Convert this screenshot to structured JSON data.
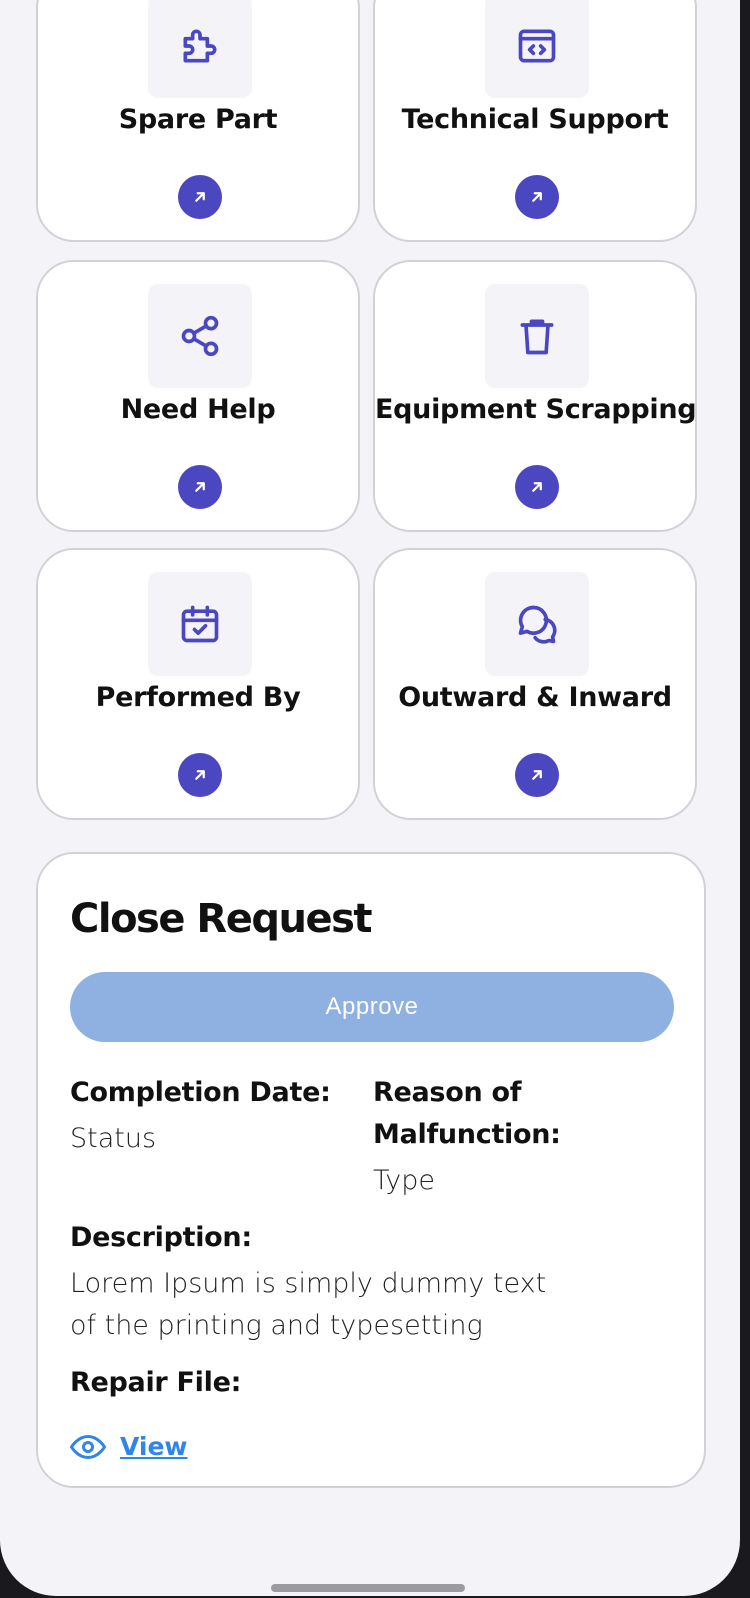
{
  "tiles": [
    {
      "label": "Spare Part",
      "icon": "puzzle-icon"
    },
    {
      "label": "Technical Support",
      "icon": "code-window-icon"
    },
    {
      "label": "Need Help",
      "icon": "share-icon"
    },
    {
      "label": "Equipment Scrapping",
      "icon": "trash-icon"
    },
    {
      "label": "Performed By",
      "icon": "calendar-check-icon"
    },
    {
      "label": "Outward & Inward",
      "icon": "chat-bubbles-icon"
    }
  ],
  "close_request": {
    "title": "Close Request",
    "approve_label": "Approve",
    "completion_date_label": "Completion Date:",
    "completion_date_value": "Status",
    "reason_label_line1": "Reason of",
    "reason_label_line2": "Malfunction:",
    "reason_value": "Type",
    "description_label": "Description:",
    "description_line1": "Lorem Ipsum is simply dummy text",
    "description_line2": "of the printing and typesetting",
    "repair_file_label": "Repair File:",
    "view_label": "View"
  },
  "colors": {
    "accent": "#4a47c0",
    "approve_button": "#8eb1e1",
    "link": "#2f86e8",
    "background": "#f4f3f7"
  }
}
